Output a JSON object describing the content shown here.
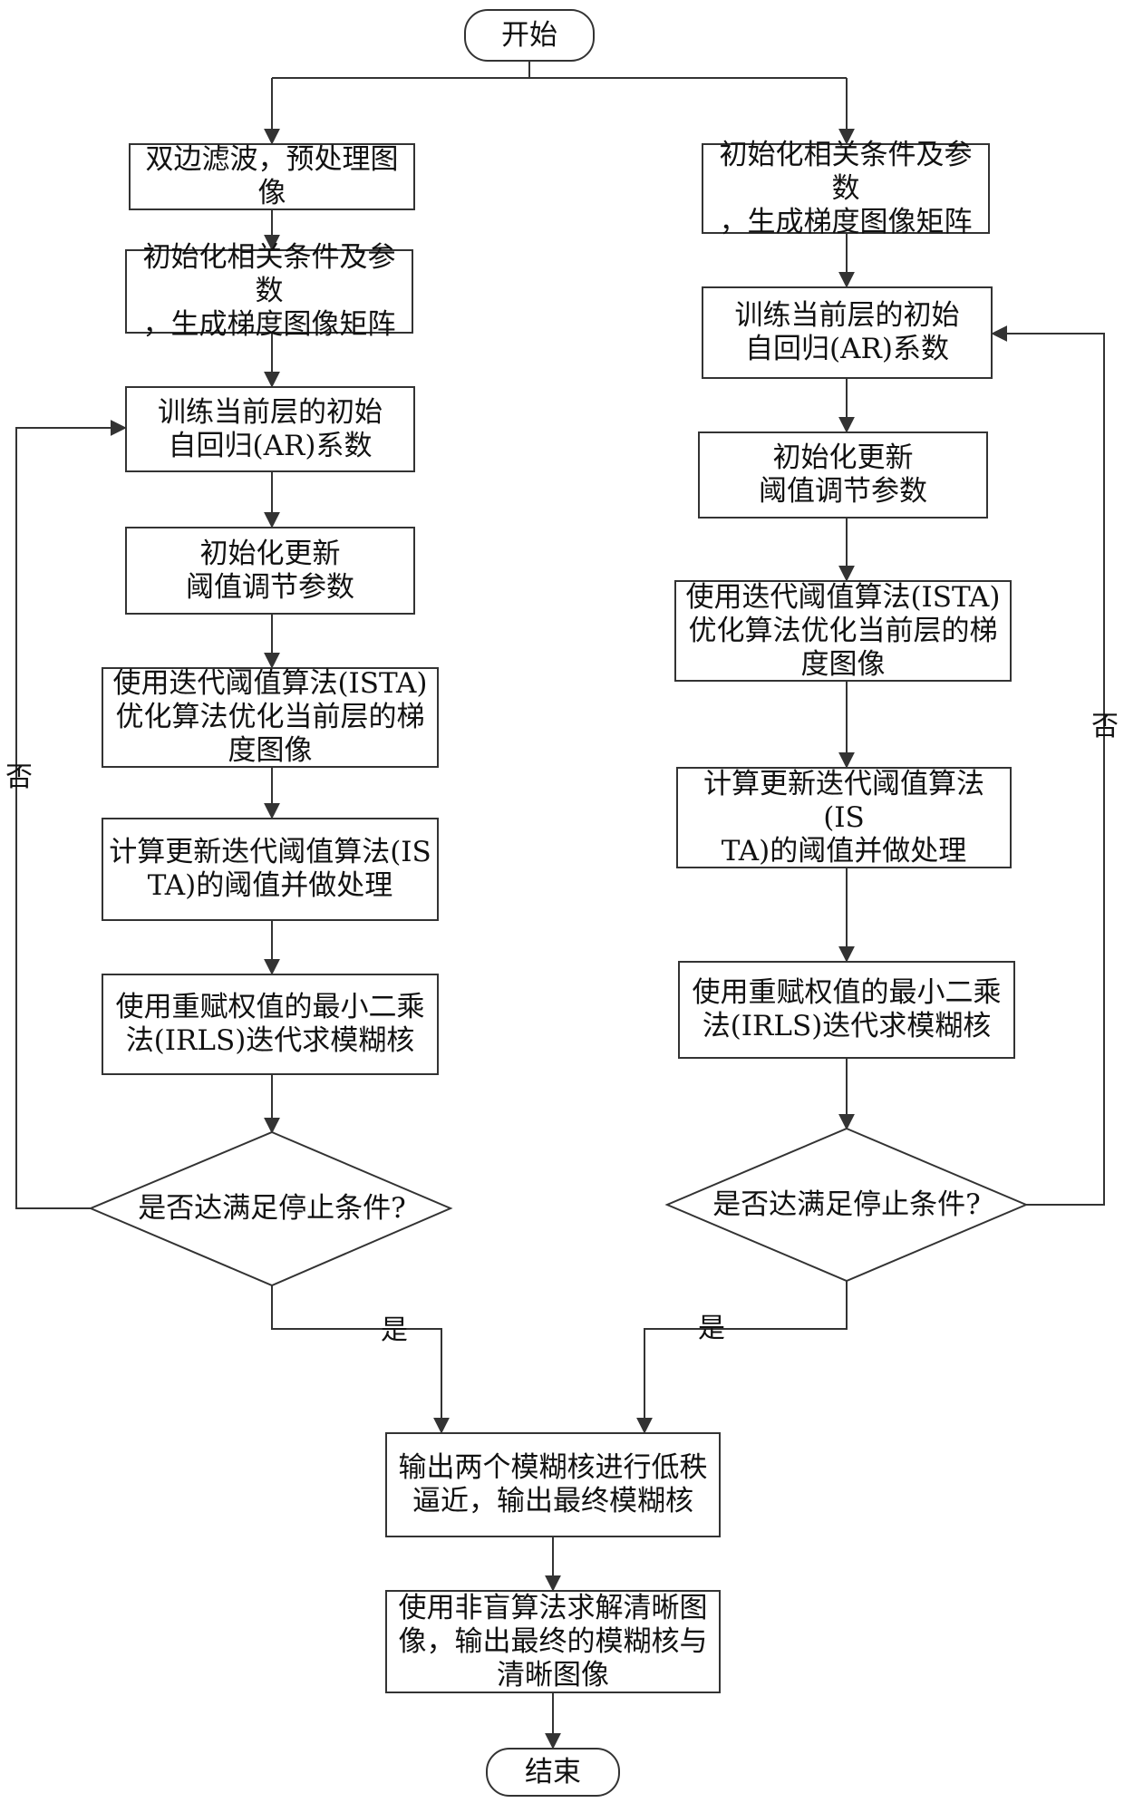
{
  "colors": {
    "stroke": "#333333",
    "text": "#111111",
    "background": "#ffffff"
  },
  "nodes": {
    "start": "开始",
    "left_preprocess": "双边滤波，预处理图像",
    "left_init": "初始化相关条件及参数\n，生成梯度图像矩阵",
    "left_train": "训练当前层的初始\n自回归(AR)系数",
    "left_init_update": "初始化更新\n阈值调节参数",
    "left_ista": "使用迭代阈值算法(ISTA)\n优化算法优化当前层的梯\n度图像",
    "left_calc": "计算更新迭代阈值算法(IS\nTA)的阈值并做处理",
    "left_irls": "使用重赋权值的最小二乘\n法(IRLS)迭代求模糊核",
    "left_decision": "是否达满足停止条件?",
    "right_init": "初始化相关条件及参数\n，生成梯度图像矩阵",
    "right_train": "训练当前层的初始\n自回归(AR)系数",
    "right_init_update": "初始化更新\n阈值调节参数",
    "right_ista": "使用迭代阈值算法(ISTA)\n优化算法优化当前层的梯\n度图像",
    "right_calc": "计算更新迭代阈值算法(IS\nTA)的阈值并做处理",
    "right_irls": "使用重赋权值的最小二乘\n法(IRLS)迭代求模糊核",
    "right_decision": "是否达满足停止条件?",
    "merge": "输出两个模糊核进行低秩\n逼近，输出最终模糊核",
    "deblur": "使用非盲算法求解清晰图\n像，输出最终的模糊核与\n清晰图像",
    "end": "结束"
  },
  "edge_labels": {
    "left_no": "否",
    "right_no": "否",
    "left_yes": "是",
    "right_yes": "是"
  }
}
